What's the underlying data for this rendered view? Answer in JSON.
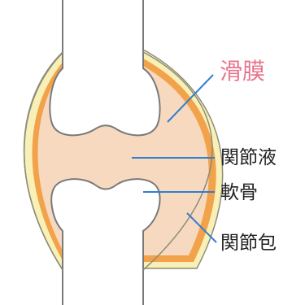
{
  "labels": {
    "synovial_membrane": "滑膜",
    "synovial_fluid": "関節液",
    "cartilage": "軟骨",
    "joint_capsule": "関節包"
  },
  "colors": {
    "bone_fill": "#ffffff",
    "bone_outline": "#7a7a7a",
    "joint_fluid": "#f7d9bf",
    "synovium": "#f2a24a",
    "capsule": "#f8f0b6",
    "capsule_outline": "#8c8c7a",
    "pointer": "#2f7fd0",
    "label_pink": "#e8748c",
    "label_dark": "#222222"
  }
}
